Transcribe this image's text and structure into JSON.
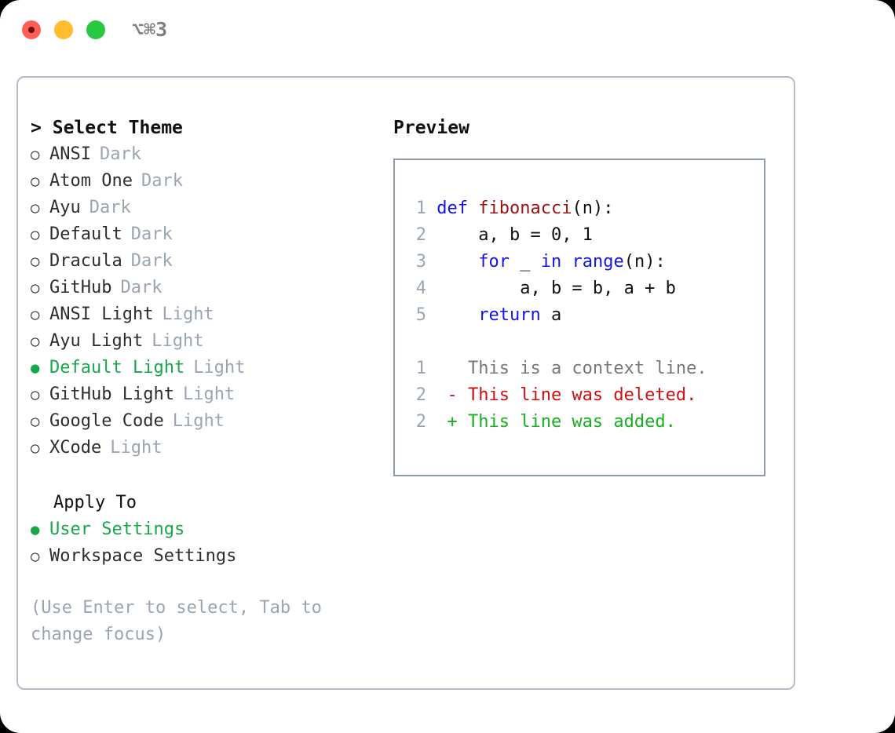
{
  "titlebar": {
    "shortcut": "⌥⌘3",
    "buttons": [
      {
        "name": "close",
        "color": "#ff5f57"
      },
      {
        "name": "minimize",
        "color": "#febc2e"
      },
      {
        "name": "maximize",
        "color": "#28c840"
      }
    ]
  },
  "theme_picker": {
    "heading_caret": ">",
    "heading": "Select Theme",
    "selected_value": "Default Light",
    "bullet_selected": "●",
    "bullet_unselected": "○",
    "accent_color": "#16a74a",
    "tag_color": "#9aa5b1",
    "items": [
      {
        "label": "ANSI",
        "tag": "Dark",
        "selected": false
      },
      {
        "label": "Atom One",
        "tag": "Dark",
        "selected": false
      },
      {
        "label": "Ayu",
        "tag": "Dark",
        "selected": false
      },
      {
        "label": "Default",
        "tag": "Dark",
        "selected": false
      },
      {
        "label": "Dracula",
        "tag": "Dark",
        "selected": false
      },
      {
        "label": "GitHub",
        "tag": "Dark",
        "selected": false
      },
      {
        "label": "ANSI Light",
        "tag": "Light",
        "selected": false
      },
      {
        "label": "Ayu Light",
        "tag": "Light",
        "selected": false
      },
      {
        "label": "Default Light",
        "tag": "Light",
        "selected": true
      },
      {
        "label": "GitHub Light",
        "tag": "Light",
        "selected": false
      },
      {
        "label": "Google Code",
        "tag": "Light",
        "selected": false
      },
      {
        "label": "XCode",
        "tag": "Light",
        "selected": false
      }
    ]
  },
  "apply_to": {
    "heading": "Apply To",
    "selected_value": "User Settings",
    "items": [
      {
        "label": "User Settings",
        "selected": true
      },
      {
        "label": "Workspace Settings",
        "selected": false
      }
    ]
  },
  "hint": "(Use Enter to select, Tab to change focus)",
  "preview": {
    "title": "Preview",
    "code_lines": [
      {
        "number": "1",
        "tokens": [
          {
            "t": "def",
            "c": "kw"
          },
          {
            "t": " ",
            "c": "plain"
          },
          {
            "t": "fibonacci",
            "c": "fn"
          },
          {
            "t": "(n):",
            "c": "plain"
          }
        ]
      },
      {
        "number": "2",
        "tokens": [
          {
            "t": "    a, b = 0, 1",
            "c": "plain"
          }
        ]
      },
      {
        "number": "3",
        "tokens": [
          {
            "t": "    ",
            "c": "plain"
          },
          {
            "t": "for",
            "c": "kw"
          },
          {
            "t": " _ ",
            "c": "plain"
          },
          {
            "t": "in",
            "c": "kw"
          },
          {
            "t": " ",
            "c": "plain"
          },
          {
            "t": "range",
            "c": "bi"
          },
          {
            "t": "(n):",
            "c": "plain"
          }
        ]
      },
      {
        "number": "4",
        "tokens": [
          {
            "t": "        a, b = b, a + b",
            "c": "plain"
          }
        ]
      },
      {
        "number": "5",
        "tokens": [
          {
            "t": "    ",
            "c": "plain"
          },
          {
            "t": "return",
            "c": "kw"
          },
          {
            "t": " a",
            "c": "plain"
          }
        ]
      }
    ],
    "diff_lines": [
      {
        "number": "1",
        "marker": " ",
        "text": "This is a context line.",
        "kind": "ctx"
      },
      {
        "number": "2",
        "marker": "-",
        "text": "This line was deleted.",
        "kind": "del"
      },
      {
        "number": "2",
        "marker": "+",
        "text": "This line was added.",
        "kind": "add"
      }
    ]
  }
}
